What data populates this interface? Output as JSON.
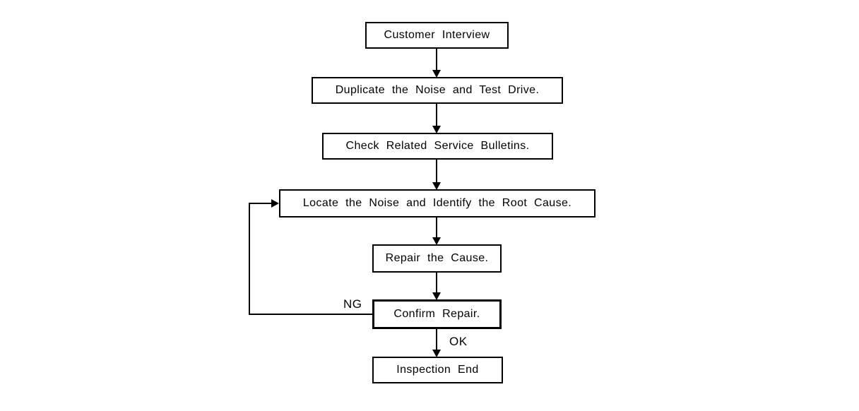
{
  "diagram": {
    "type": "flowchart",
    "description": "Noise diagnosis and repair procedure flowchart",
    "nodes": [
      {
        "id": "customer-interview",
        "label": "Customer Interview"
      },
      {
        "id": "duplicate-noise",
        "label": "Duplicate the Noise and Test Drive."
      },
      {
        "id": "check-bulletins",
        "label": "Check Related Service Bulletins."
      },
      {
        "id": "locate-noise",
        "label": "Locate the Noise and Identify the Root Cause."
      },
      {
        "id": "repair-cause",
        "label": "Repair the Cause."
      },
      {
        "id": "confirm-repair",
        "label": "Confirm Repair."
      },
      {
        "id": "inspection-end",
        "label": "Inspection End"
      }
    ],
    "edges": [
      {
        "from": "customer-interview",
        "to": "duplicate-noise"
      },
      {
        "from": "duplicate-noise",
        "to": "check-bulletins"
      },
      {
        "from": "check-bulletins",
        "to": "locate-noise"
      },
      {
        "from": "locate-noise",
        "to": "repair-cause"
      },
      {
        "from": "repair-cause",
        "to": "confirm-repair"
      },
      {
        "from": "confirm-repair",
        "to": "inspection-end",
        "label": "OK"
      },
      {
        "from": "confirm-repair",
        "to": "locate-noise",
        "label": "NG"
      }
    ],
    "edge_labels": {
      "ng": "NG",
      "ok": "OK"
    },
    "colors": {
      "line": "#000000",
      "box_background": "#ffffff",
      "text": "#000000"
    }
  }
}
